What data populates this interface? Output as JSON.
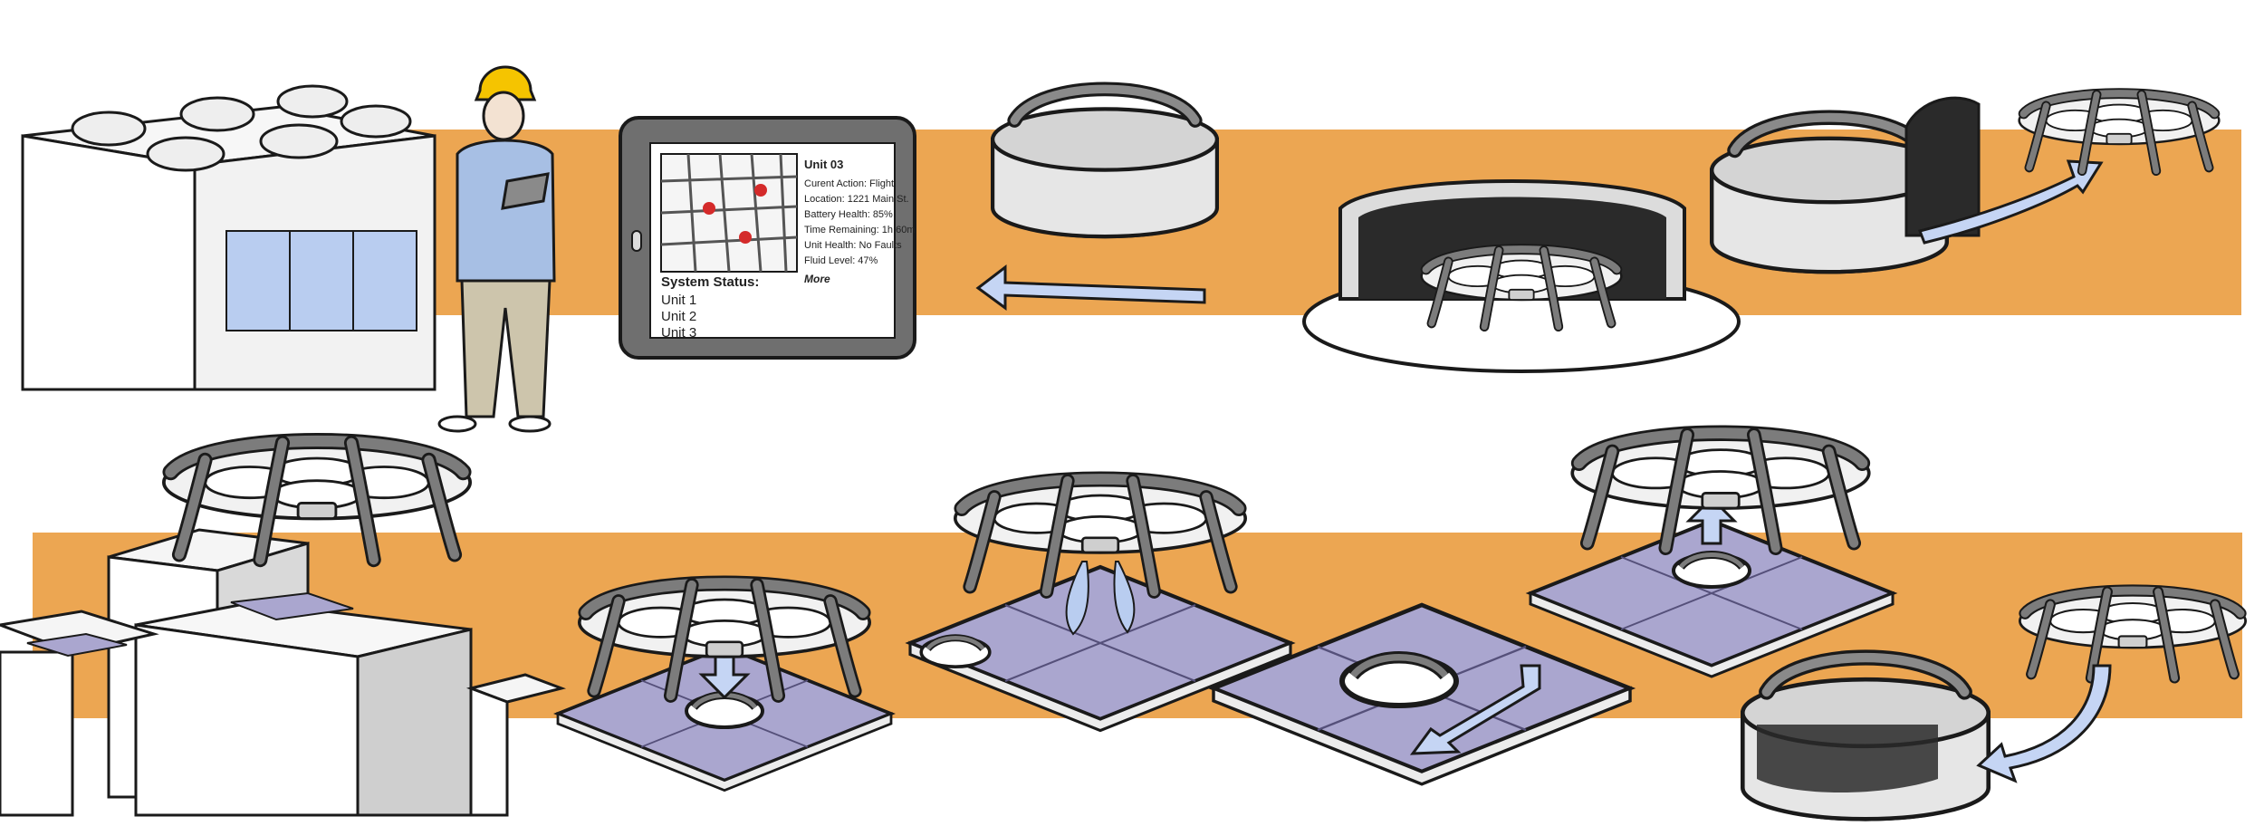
{
  "tablet": {
    "unit_title": "Unit 03",
    "details": [
      "Curent Action: Flight",
      "Location: 1221 Main St.",
      "Battery Health: 85%",
      "Time Remaining: 1h 60m",
      "Unit Health: No Faults",
      "Fluid Level: 47%"
    ],
    "more_link": "More",
    "status_heading": "System Status:",
    "units": [
      "Unit 1",
      "Unit 2",
      "Unit 3"
    ]
  },
  "colors": {
    "band": "#eca652",
    "pad": "#aaa6cf",
    "arrow": "#c5d5f4",
    "outline": "#1a1a1a",
    "drone": "#7c7c7c",
    "worker_shirt": "#a7bfe4",
    "worker_pants": "#cdc5ac",
    "helmet": "#f5c400"
  },
  "icons": [
    "drone-icon",
    "charging-dock-icon",
    "landing-pad-icon",
    "worker-icon",
    "tablet-icon",
    "building-icon",
    "arrow-icon"
  ]
}
